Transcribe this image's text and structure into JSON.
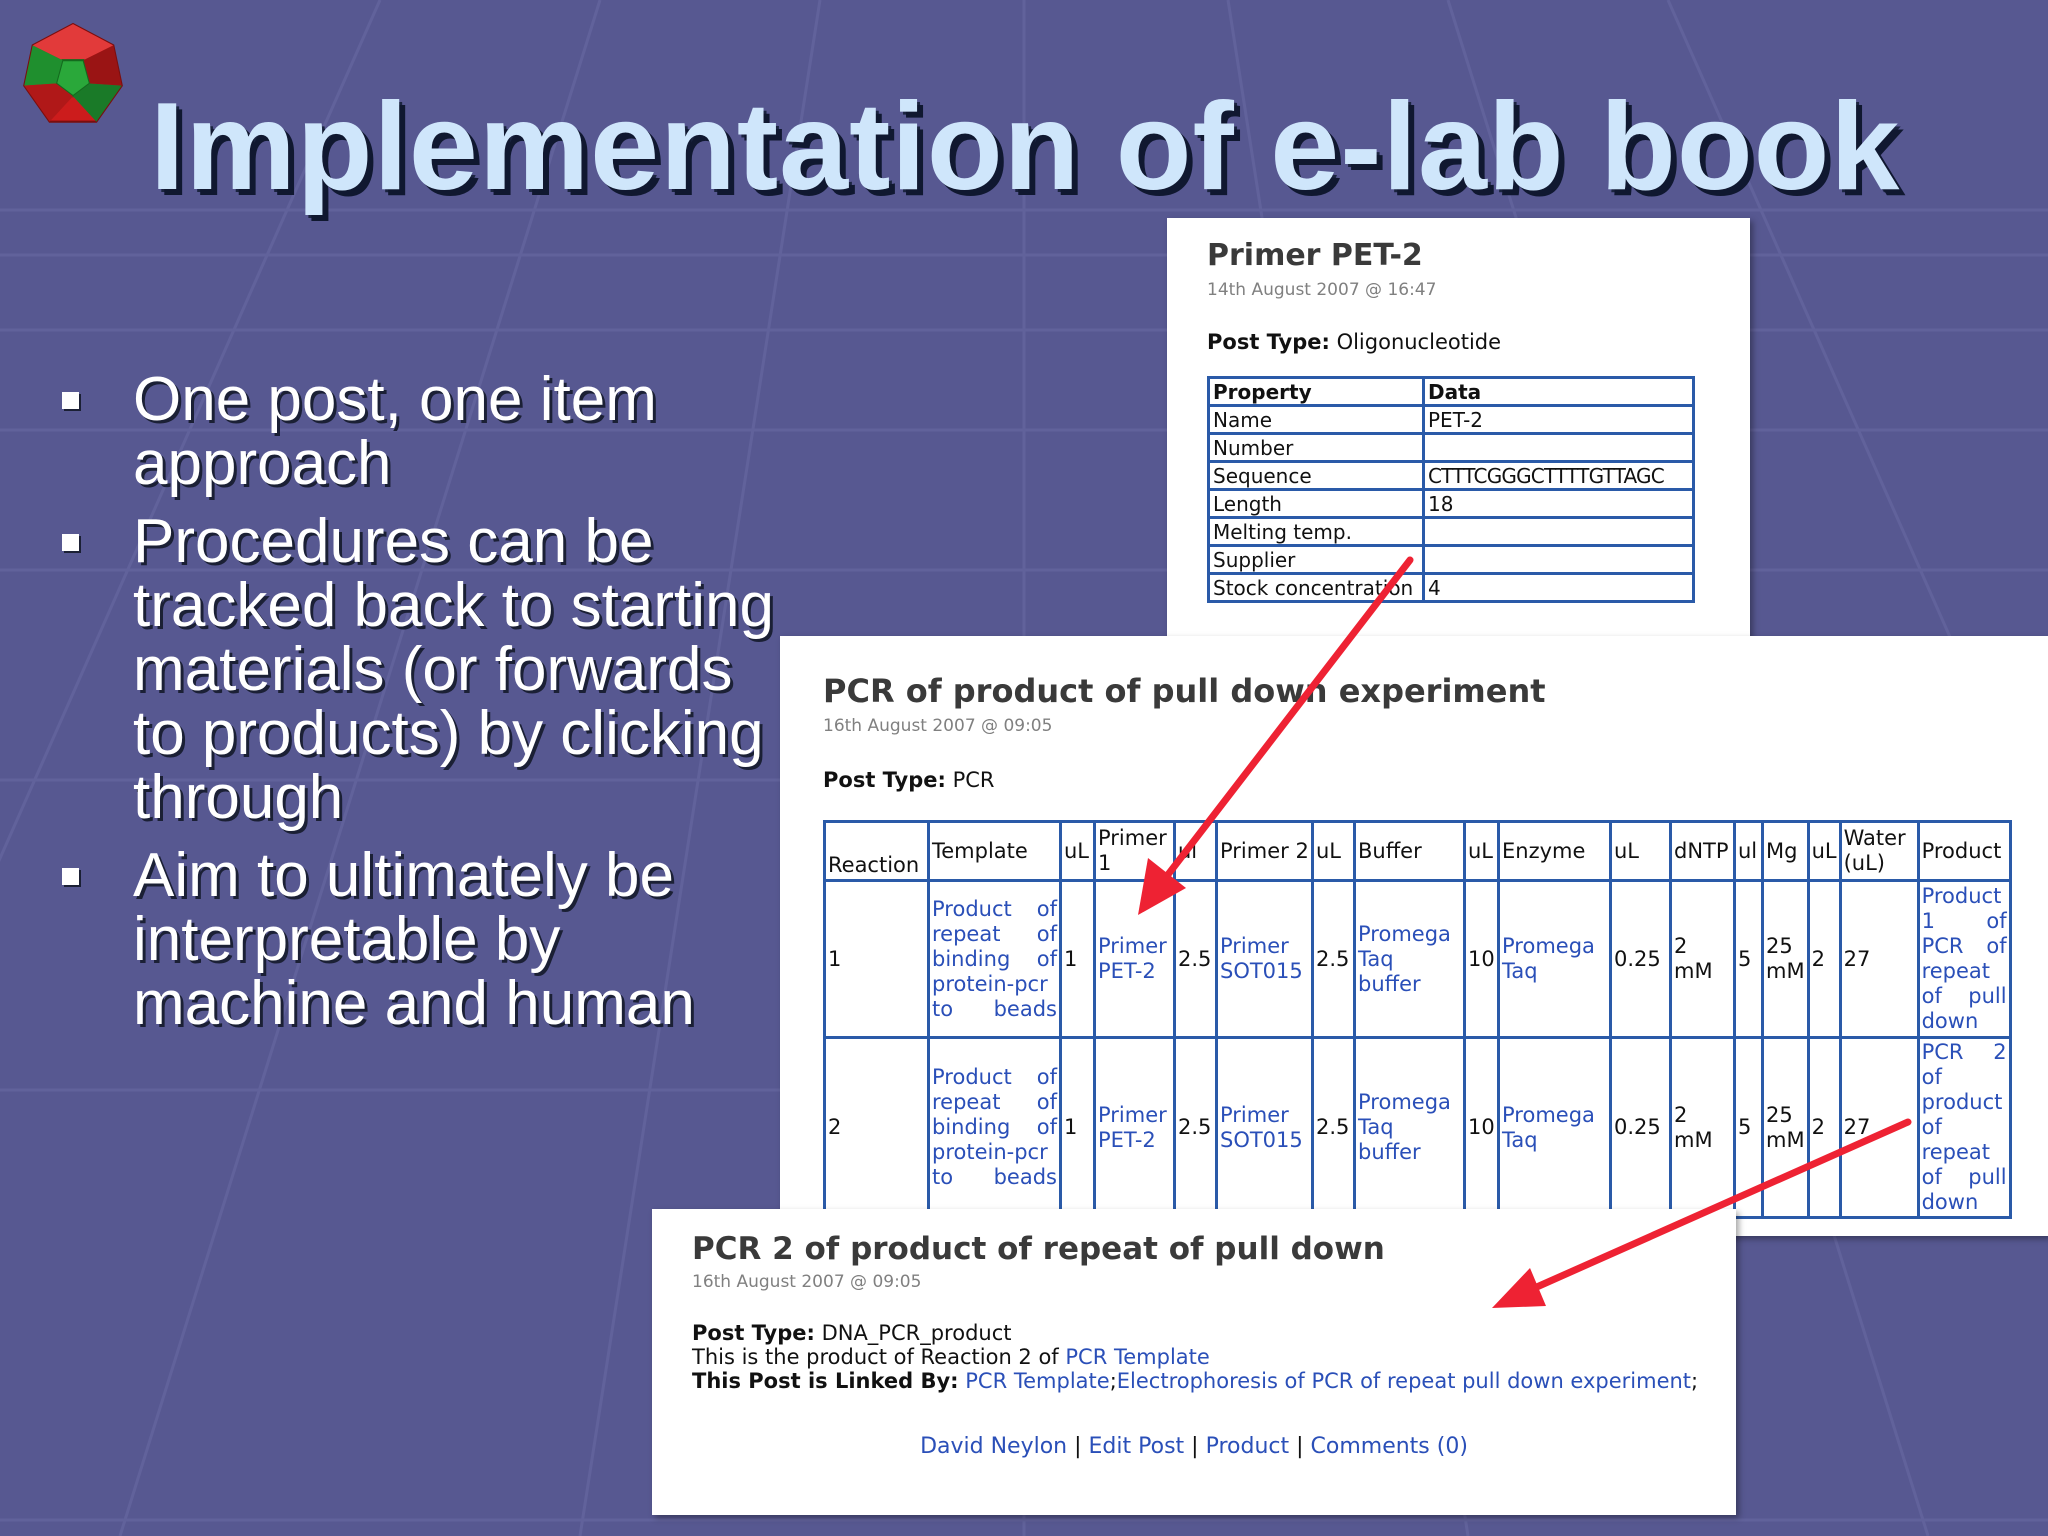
{
  "slide": {
    "title": "Implementation of e-lab book",
    "bullets": [
      "One post, one item approach",
      "Procedures can be tracked back to starting materials (or forwards to products) by clicking through",
      "Aim to ultimately be interpretable by machine and human"
    ]
  },
  "post1": {
    "title": "Primer PET-2",
    "date": "14th August 2007 @ 16:47",
    "type_label": "Post Type:",
    "type_value": "Oligonucleotide",
    "table_headers": [
      "Property",
      "Data"
    ],
    "rows": [
      [
        "Name",
        "PET-2"
      ],
      [
        "Number",
        ""
      ],
      [
        "Sequence",
        "CTTTCGGGCTTTTGTTAGC"
      ],
      [
        "Length",
        "18"
      ],
      [
        "Melting temp.",
        ""
      ],
      [
        "Supplier",
        ""
      ],
      [
        "Stock concentration",
        "4"
      ]
    ]
  },
  "post2": {
    "title": "PCR of product of pull down experiment",
    "date": "16th August 2007 @ 09:05",
    "type_label": "Post Type:",
    "type_value": "PCR",
    "headers": [
      "Reaction",
      "Template",
      "uL",
      "Primer 1",
      "ul",
      "Primer 2",
      "uL",
      "Buffer",
      "uL",
      "Enzyme",
      "uL",
      "dNTP",
      "ul",
      "Mg",
      "uL",
      "Water (uL)",
      "Product"
    ],
    "rows": [
      [
        "1",
        "Product of repeat of binding of protein-pcr to beads",
        "1",
        "Primer PET-2",
        "2.5",
        "Primer SOT015",
        "2.5",
        "Promega Taq buffer",
        "10",
        "Promega Taq",
        "0.25",
        "2 mM",
        "5",
        "25 mM",
        "2",
        "27",
        "Product 1 of PCR of repeat of pull down"
      ],
      [
        "2",
        "Product of repeat of binding of protein-pcr to beads",
        "1",
        "Primer PET-2",
        "2.5",
        "Primer SOT015",
        "2.5",
        "Promega Taq buffer",
        "10",
        "Promega Taq",
        "0.25",
        "2 mM",
        "5",
        "25 mM",
        "2",
        "27",
        "PCR 2 of product of repeat of pull down"
      ]
    ]
  },
  "post3": {
    "title": "PCR 2 of product of repeat of pull down",
    "date": "16th August 2007 @ 09:05",
    "type_label": "Post Type:",
    "type_value": "DNA_PCR_product",
    "product_text": "This is the product of Reaction 2 of",
    "product_link": "PCR Template",
    "linked_label": "This Post is Linked By:",
    "linked_links": [
      "PCR Template",
      "Electrophoresis of PCR of repeat pull down experiment"
    ],
    "footer_links": [
      "David Neylon",
      "Edit Post",
      "Product",
      "Comments (0)"
    ]
  },
  "colors": {
    "background": "#575891",
    "title": "#cfe6fb",
    "table_border": "#2a5aa8",
    "link": "#2a4fb8",
    "arrow": "#ee2233"
  }
}
